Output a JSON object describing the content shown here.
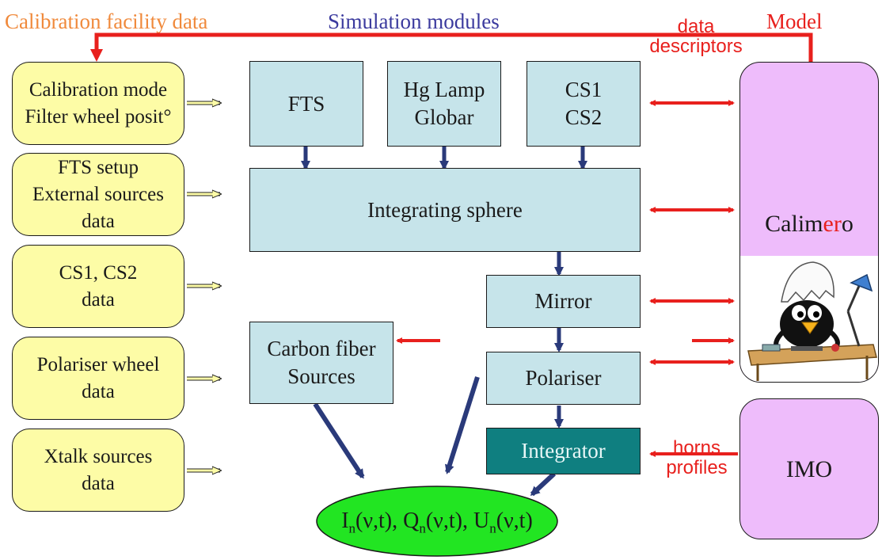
{
  "headers": {
    "calibration": "Calibration facility data",
    "simulation": "Simulation modules",
    "model": "Model"
  },
  "labels": {
    "data_descriptors": [
      "data",
      "descriptors"
    ],
    "horns_profiles": [
      "horns",
      "profiles"
    ]
  },
  "calibration_boxes": [
    [
      "Calibration mode",
      "Filter wheel posit°"
    ],
    [
      "FTS setup",
      "External sources",
      "data"
    ],
    [
      "CS1, CS2",
      "data"
    ],
    [
      "Polariser wheel",
      "data"
    ],
    [
      "Xtalk sources",
      "data"
    ]
  ],
  "modules": {
    "fts": "FTS",
    "hg": [
      "Hg Lamp",
      "Globar"
    ],
    "cs": [
      "CS1",
      "CS2"
    ],
    "sphere": "Integrating sphere",
    "mirror": "Mirror",
    "carbon": [
      "Carbon fiber",
      "Sources"
    ],
    "polariser": "Polariser",
    "integrator": "Integrator"
  },
  "calimero": {
    "prefix": "Calim",
    "accent": "er",
    "suffix": "o"
  },
  "imo": "IMO",
  "output": {
    "I": "I",
    "Q": "Q",
    "U": "U",
    "sub": "n",
    "args": "(ν,t)",
    "sep": ", "
  },
  "colors": {
    "calibration_header": "#f08a3c",
    "simulation_header": "#3b3a9e",
    "model_header": "#e8201d",
    "red_arrow": "#e8201d",
    "navy_arrow": "#2a3a7a",
    "yellow_box": "#fdfca6",
    "blue_box": "#c6e4ea",
    "teal_box": "#0f7f80",
    "pink_box": "#eebcfb",
    "ellipse": "#22e522"
  }
}
